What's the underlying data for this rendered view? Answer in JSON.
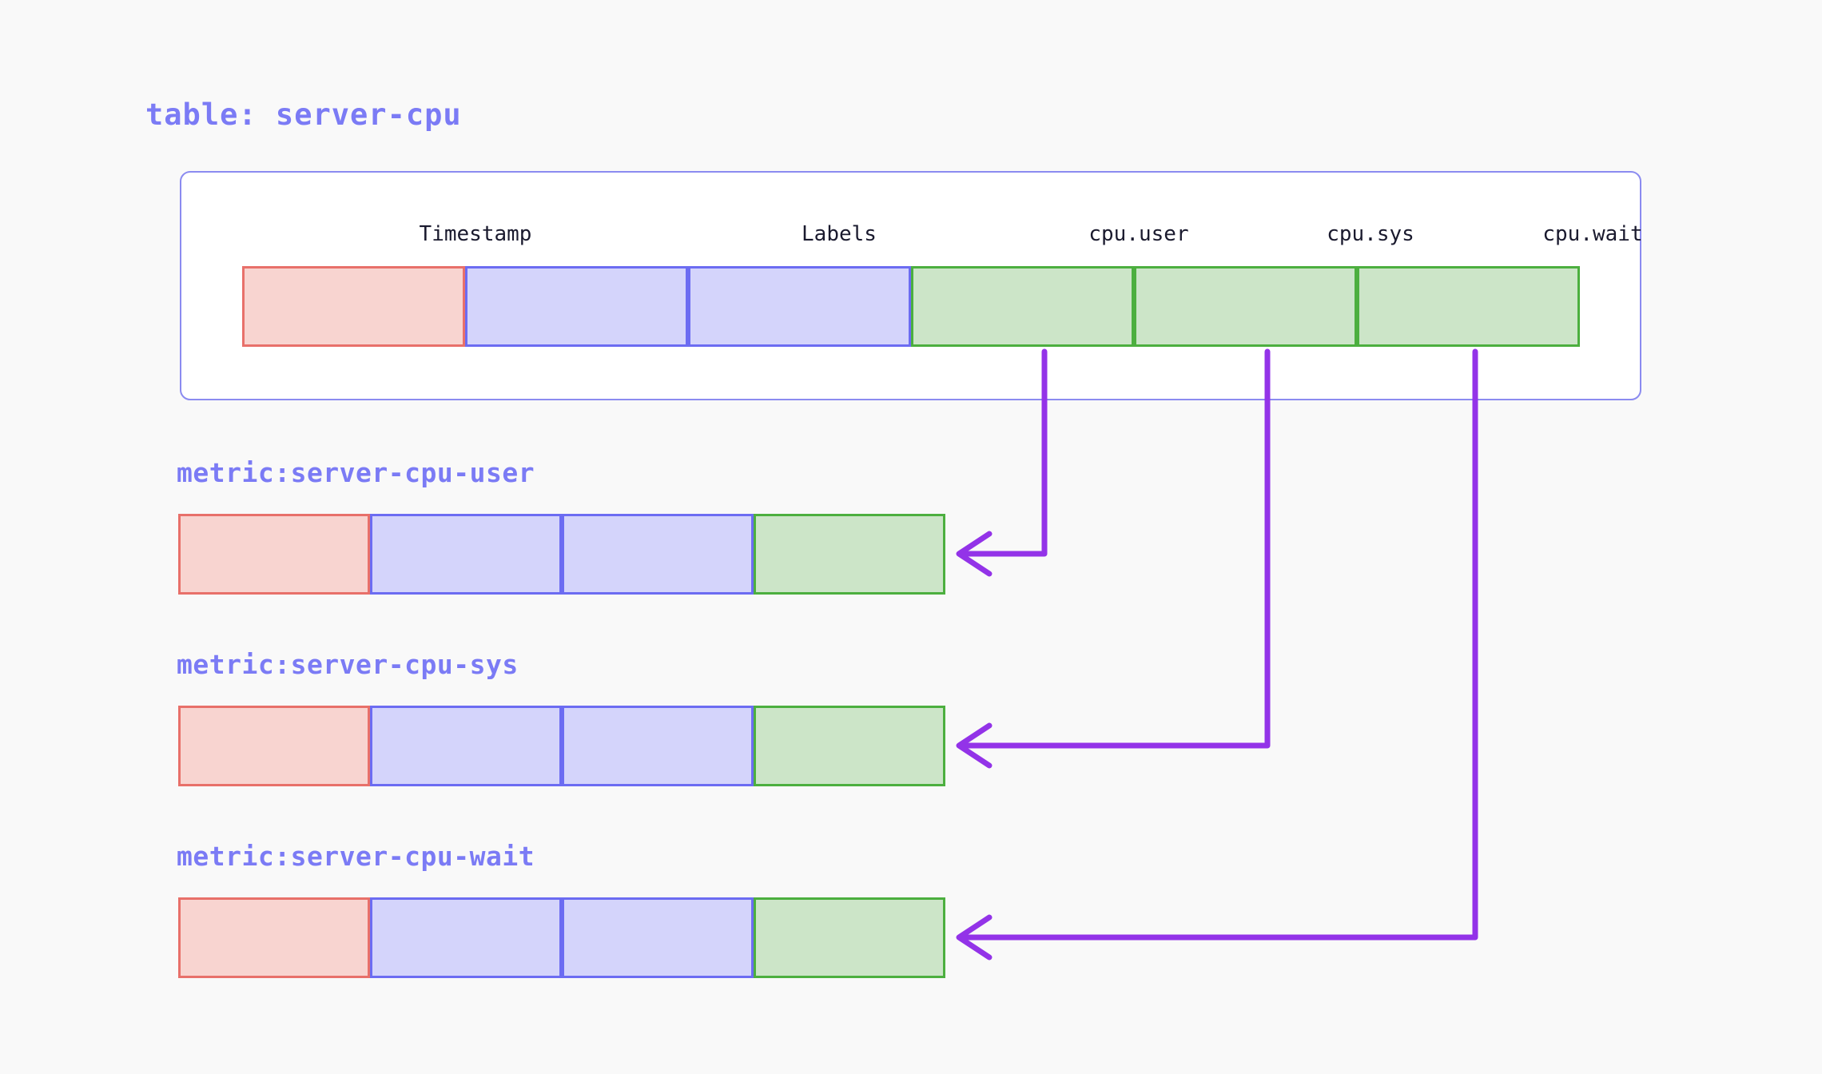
{
  "page": {
    "background": "#f9f9f9",
    "accent_indigo": "#7b7bf5",
    "arrow_color": "#9333e8"
  },
  "table": {
    "title": "table: server-cpu",
    "border_color": "#8b8bf0",
    "columns": [
      {
        "label": "Timestamp",
        "kind": "timestamp"
      },
      {
        "label": "Labels",
        "kind": "labels"
      },
      {
        "label": "",
        "kind": "labels"
      },
      {
        "label": "cpu.user",
        "kind": "value"
      },
      {
        "label": "cpu.sys",
        "kind": "value"
      },
      {
        "label": "cpu.wait",
        "kind": "value"
      }
    ],
    "cells": [
      {
        "kind": "timestamp",
        "fill": "#f8d4d0",
        "stroke": "#e8706a"
      },
      {
        "kind": "labels",
        "fill": "#d4d4fb",
        "stroke": "#6c6cf2"
      },
      {
        "kind": "labels",
        "fill": "#d4d4fb",
        "stroke": "#6c6cf2"
      },
      {
        "kind": "value",
        "fill": "#cce5c8",
        "stroke": "#4caf3f"
      },
      {
        "kind": "value",
        "fill": "#cce5c8",
        "stroke": "#4caf3f"
      },
      {
        "kind": "value",
        "fill": "#cce5c8",
        "stroke": "#4caf3f"
      }
    ]
  },
  "metrics": [
    {
      "title": "metric:server-cpu-user",
      "source_column": "cpu.user",
      "cells": [
        {
          "kind": "timestamp",
          "fill": "#f8d4d0",
          "stroke": "#e8706a"
        },
        {
          "kind": "labels",
          "fill": "#d4d4fb",
          "stroke": "#6c6cf2"
        },
        {
          "kind": "labels",
          "fill": "#d4d4fb",
          "stroke": "#6c6cf2"
        },
        {
          "kind": "value",
          "fill": "#cce5c8",
          "stroke": "#4caf3f"
        }
      ]
    },
    {
      "title": "metric:server-cpu-sys",
      "source_column": "cpu.sys",
      "cells": [
        {
          "kind": "timestamp",
          "fill": "#f8d4d0",
          "stroke": "#e8706a"
        },
        {
          "kind": "labels",
          "fill": "#d4d4fb",
          "stroke": "#6c6cf2"
        },
        {
          "kind": "labels",
          "fill": "#d4d4fb",
          "stroke": "#6c6cf2"
        },
        {
          "kind": "value",
          "fill": "#cce5c8",
          "stroke": "#4caf3f"
        }
      ]
    },
    {
      "title": "metric:server-cpu-wait",
      "source_column": "cpu.wait",
      "cells": [
        {
          "kind": "timestamp",
          "fill": "#f8d4d0",
          "stroke": "#e8706a"
        },
        {
          "kind": "labels",
          "fill": "#d4d4fb",
          "stroke": "#6c6cf2"
        },
        {
          "kind": "labels",
          "fill": "#d4d4fb",
          "stroke": "#6c6cf2"
        },
        {
          "kind": "value",
          "fill": "#cce5c8",
          "stroke": "#4caf3f"
        }
      ]
    }
  ],
  "connectors": [
    {
      "from_column": "cpu.user",
      "to_metric": "metric:server-cpu-user"
    },
    {
      "from_column": "cpu.sys",
      "to_metric": "metric:server-cpu-sys"
    },
    {
      "from_column": "cpu.wait",
      "to_metric": "metric:server-cpu-wait"
    }
  ]
}
